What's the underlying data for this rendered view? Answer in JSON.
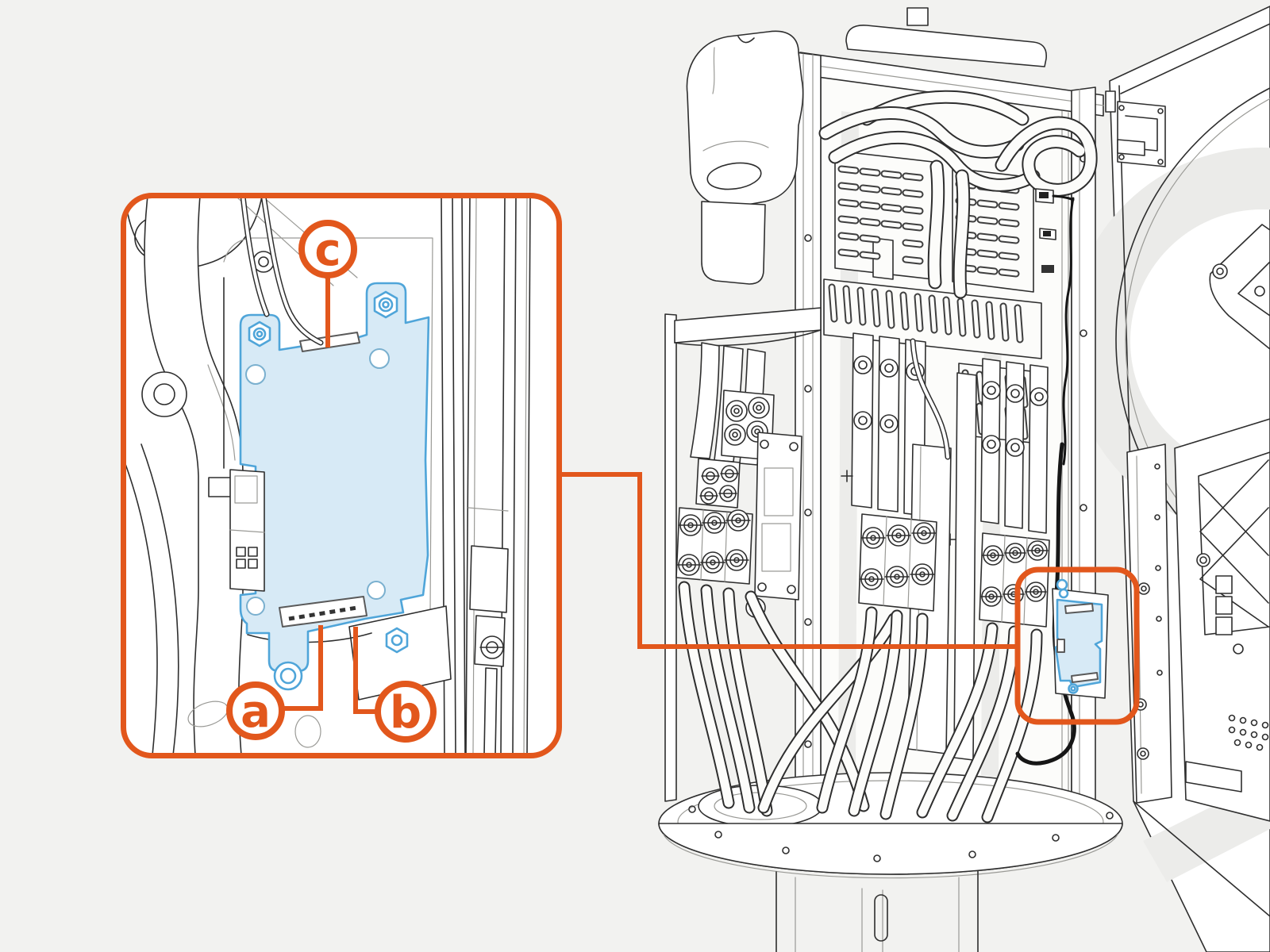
{
  "palette": {
    "background": "#f2f2f0",
    "paper": "#ffffff",
    "accent": "#e2571c",
    "line": "#2e2e2e",
    "line_light": "#9a9a96",
    "highlight_fill": "#d7eaf6",
    "highlight_stroke": "#4fa5d9",
    "cable_black": "#161616"
  },
  "callout": {
    "markers": [
      {
        "letter": "a"
      },
      {
        "letter": "b"
      },
      {
        "letter": "c"
      }
    ]
  }
}
